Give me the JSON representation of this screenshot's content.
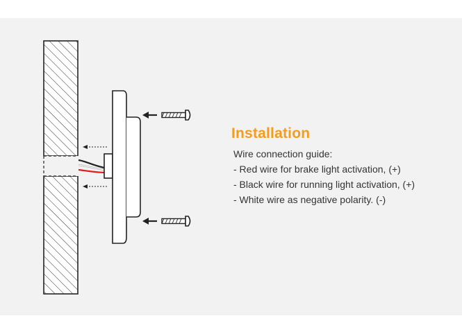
{
  "section": {
    "title": "Installation",
    "guide_heading": "Wire connection guide:",
    "lines": [
      "- Red wire for brake light activation, (+)",
      "- Black wire for running light activation, (+)",
      "- White wire as negative polarity. (-)"
    ]
  },
  "colors": {
    "accent": "#f39c1d",
    "panel_bg": "#f2f2f2",
    "wire_red": "#e01b1b",
    "wire_black": "#222222",
    "wire_white": "#ffffff"
  },
  "icons": [
    "screw-icon",
    "arrow-left-icon",
    "hatched-wall-icon"
  ]
}
